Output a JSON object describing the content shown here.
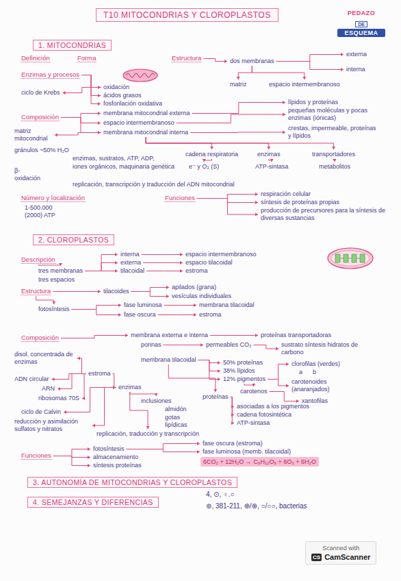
{
  "diagram": {
    "title": "T10 MITOCONDRIAS Y CLOROPLASTOS",
    "nodes": [
      {
        "text": [
          "PEDAZO",
          "DE",
          "ESQUEMA"
        ]
      },
      {
        "text": [
          "1. MITOCONDRIAS"
        ]
      },
      {
        "text": [
          "2. CLOROPLASTOS"
        ]
      },
      {
        "text": [
          "6CO₂ + 12H₂O → C₆H₁₂O₆ + 6O₂ + 6H₂O"
        ]
      },
      {
        "text": [
          "3. AUTONOMÍA DE MITOCONDRIAS Y CLOROPLASTOS"
        ]
      },
      {
        "text": [
          "4. SEMEJANZAS Y DIFERENCIAS"
        ]
      },
      {
        "text": [
          "Scanned with",
          "CS",
          "CamScanner"
        ]
      }
    ],
    "labels": [
      "Definición",
      "Forma",
      "Estructura",
      "dos membranas",
      "externa",
      "interna",
      "matriz",
      "espacio intermembranoso",
      "Enzimas y procesos",
      "ciclo de Krebs",
      "oxidación",
      "ácidos grasos",
      "fosforilación oxidativa",
      "Composición",
      "membrana mitocondrial externa",
      "espacio intermembranoso",
      "membrana mitocondrial interna",
      "lípidos y proteínas",
      "pequeñas moléculas y pocas enzimas (iónicas)",
      "crestas, impermeable, proteínas y lípidos",
      "matriz mitocondrial",
      "gránulos ~50% H₂O",
      "enzimas, sustratos, ATP, ADP,",
      "iones orgánicos, maquinaria genética",
      "β-oxidación",
      "replicación, transcripción y traducción del ADN mitocondrial",
      "cadena respiratoria",
      "e⁻ y O₂ (S)",
      "enzimas",
      "ATP-sintasa",
      "transportadores",
      "metabolitos",
      "Número y localización",
      "1-500.000",
      "(2000) ATP",
      "Funciones",
      "respiración celular",
      "síntesis de proteínas propias",
      "producción de precursores para la síntesis de diversas sustancias",
      "Descripción",
      "tres membranas",
      "tres espacios",
      "interna",
      "externa",
      "tilacoidal",
      "espacio intermembranoso",
      "espacio tilacoidal",
      "estroma",
      "Estructura",
      "tilacoides",
      "apilados (grana)",
      "vesículas individuales",
      "fotosíntesis",
      "fase luminosa",
      "fase oscura",
      "membrana tilacoidal",
      "estroma",
      "Composición",
      "membrana externa e interna",
      "proteínas transportadoras",
      "porinas",
      "permeables CO₂",
      "sustrato síntesis hidratos de carbono",
      "membrana tilacoidal",
      "50% proteínas",
      "38% lípidos",
      "12% pigmentos",
      "clorofilas (verdes)",
      "a",
      "b",
      "carotenoides (anaranjados)",
      "carotenos",
      "xantofilas",
      "disol. concentrada de enzimas",
      "estroma",
      "ADN circular",
      "ARN",
      "ribosomas 70S",
      "enzimas",
      "ciclo de Calvin",
      "reducción y asimilación sulfatos y nitratos",
      "inclusiones",
      "almidón",
      "gotas lipídicas",
      "replicación, traducción y transcripción",
      "proteínas",
      "asociadas a los pigmentos",
      "cadena fotosintética",
      "ATP-sintasa",
      "Funciones",
      "fotosíntesis",
      "almacenamiento",
      "síntesis proteínas",
      "fase oscura (estroma)",
      "fase luminosa (memb. tilacoidal)",
      "4, ⊙, ♀.○",
      "⊚, 381-211, ⊕/⊕, ○/○○, bacterias"
    ]
  }
}
